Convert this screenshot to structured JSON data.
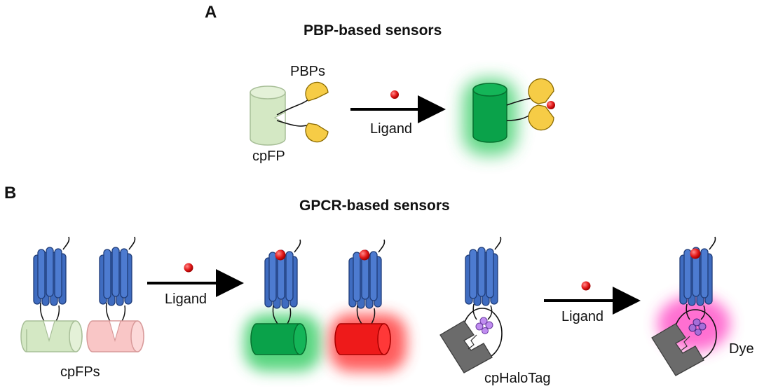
{
  "panel_a": {
    "letter": "A",
    "title": "PBP-based sensors",
    "label_pbps": "PBPs",
    "label_cpfp": "cpFP",
    "label_ligand": "Ligand"
  },
  "panel_b": {
    "letter": "B",
    "title": "GPCR-based sensors",
    "label_ligand_1": "Ligand",
    "label_ligand_2": "Ligand",
    "label_cpfps": "cpFPs",
    "label_cphalotag": "cpHaloTag",
    "label_dye": "Dye"
  },
  "colors": {
    "cpfp_off": "#d4e8c4",
    "cpfp_off_pink": "#f9c6c6",
    "cpfp_green": "#0aa24a",
    "cpfp_red": "#ee1a1a",
    "pbp_yellow": "#f6cc46",
    "ligand_red": "#e41b1b",
    "gpcr_blue": "#3f6cc0",
    "halotag_grey": "#6b6b6b",
    "dye_magenta": "#ff3fc2",
    "dye_purple": "#a56ed8"
  }
}
